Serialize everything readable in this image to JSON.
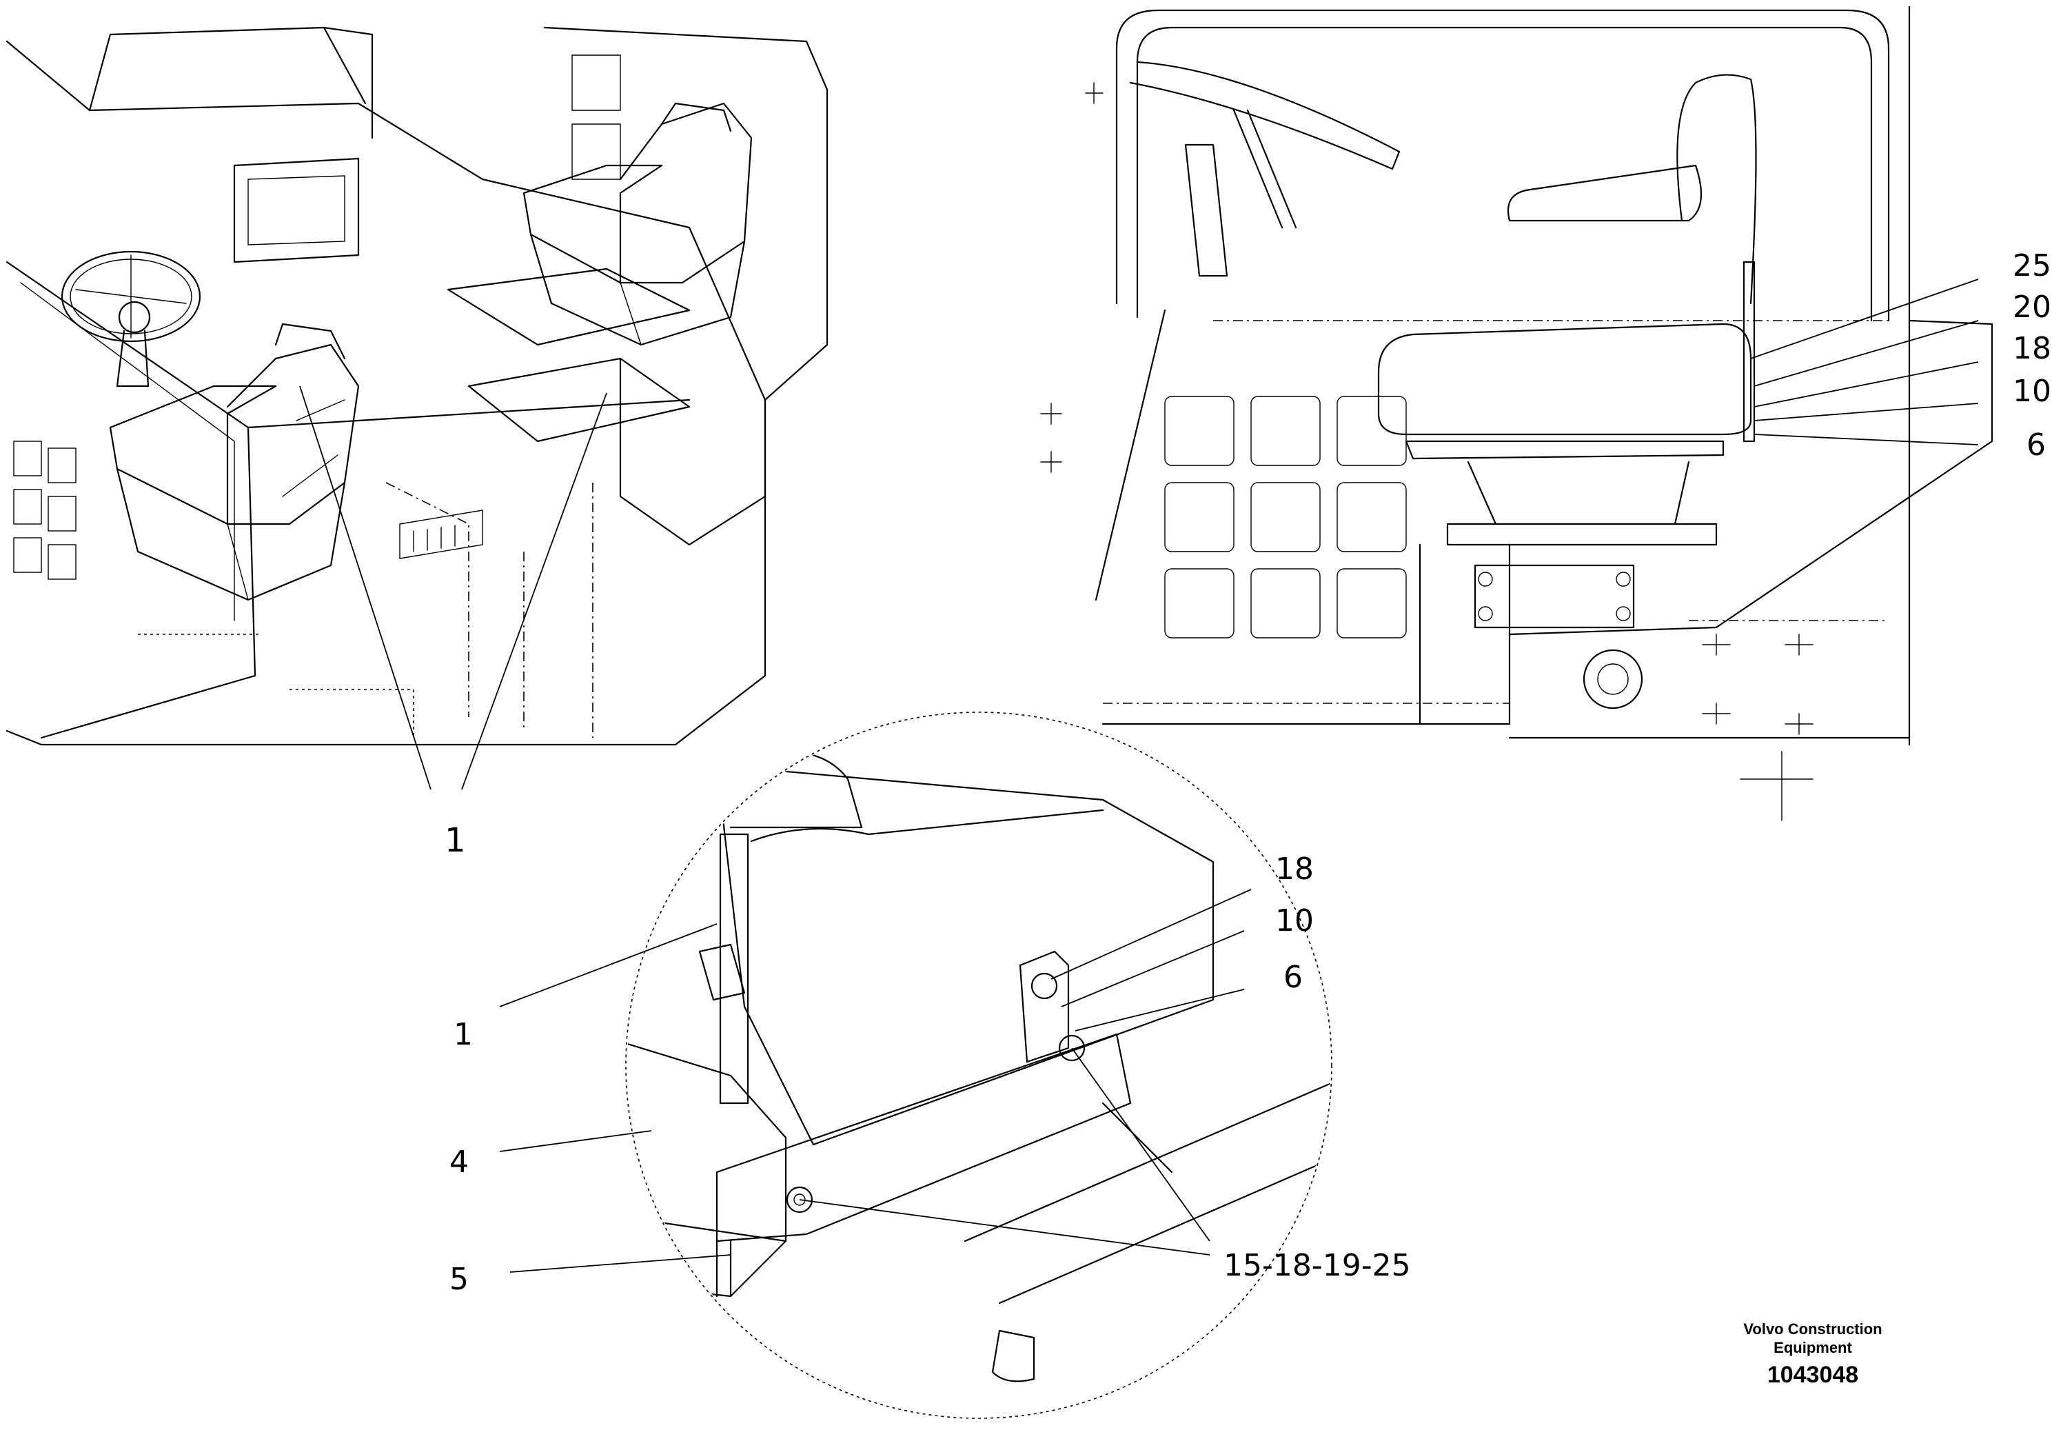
{
  "callouts": {
    "top_left": "1",
    "top_right": [
      "25",
      "20",
      "18",
      "10",
      "6"
    ],
    "detail": {
      "c18": "18",
      "c10": "10",
      "c6": "6",
      "c1": "1",
      "c4": "4",
      "c5": "5",
      "c15": "15-18-19-25"
    }
  },
  "footer": {
    "brand_line1": "Volvo Construction",
    "brand_line2": "Equipment",
    "doc_number": "1043048"
  }
}
